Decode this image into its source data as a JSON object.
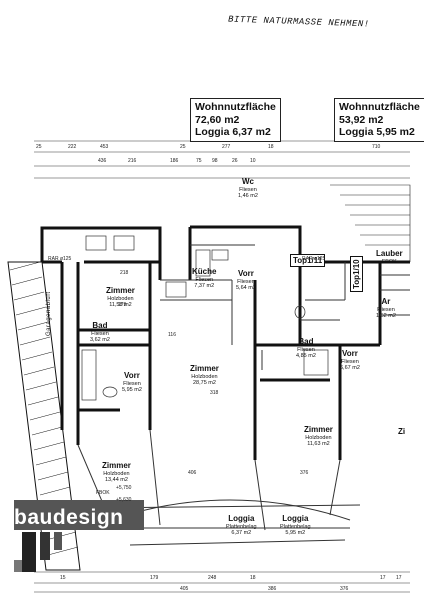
{
  "note": "BITTE NATURMASSE NEHMEN!",
  "areas": [
    {
      "title": "Wohnnutzfläche",
      "area": "72,60 m2",
      "loggia": "Loggia 6,37 m2"
    },
    {
      "title": "Wohnnutzfläche",
      "area": "53,92 m2",
      "loggia": "Loggia 5,95 m2"
    }
  ],
  "rooms": {
    "wc": {
      "name": "Wc",
      "floor": "Fliesen",
      "area": "1,46 m2"
    },
    "kueche": {
      "name": "Küche",
      "floor": "Fliesen",
      "area": "7,37 m2"
    },
    "vorr_mid": {
      "name": "Vorr",
      "floor": "Fliesen",
      "area": "5,64 m2"
    },
    "zimmer_top_left": {
      "name": "Zimmer",
      "floor": "Holzboden",
      "area": "11,58 m2"
    },
    "bad_left": {
      "name": "Bad",
      "floor": "Fliesen",
      "area": "3,62 m2"
    },
    "vorr_left": {
      "name": "Vorr",
      "floor": "Fliesen",
      "area": "5,95 m2"
    },
    "zimmer_center": {
      "name": "Zimmer",
      "floor": "Holzboden",
      "area": "28,75 m2"
    },
    "zimmer_bottom_left": {
      "name": "Zimmer",
      "floor": "Holzboden",
      "area": "13,44 m2"
    },
    "loggia_left": {
      "name": "Loggia",
      "floor": "Plattenbelag",
      "area": "6,37 m2"
    },
    "loggia_right": {
      "name": "Loggia",
      "floor": "Plattenbelag",
      "area": "5,95 m2"
    },
    "bad_right": {
      "name": "Bad",
      "floor": "Fliesen",
      "area": "4,85 m2"
    },
    "vorr_right": {
      "name": "Vorr",
      "floor": "Fliesen",
      "area": "6,67 m2"
    },
    "zimmer_right": {
      "name": "Zimmer",
      "floor": "Holzboden",
      "area": "11,63 m2"
    },
    "ar": {
      "name": "Ar",
      "floor": "Fliesen",
      "area": "1,52 m2"
    },
    "lauben": {
      "name": "Lauber"
    },
    "zimmer_far_right": {
      "name": "Zi"
    }
  },
  "tops": [
    "Top1/11",
    "Top1/10"
  ],
  "labels": {
    "garagenabluft": "Garagenabluft",
    "rar_top": "RAR ø125",
    "rar_right": "RAR ø125",
    "fbok_lauben": "FBOK",
    "fbok_bottom": "FBOK",
    "fbok_bottom_value": "+5,750",
    "fbok_bottom_value2": "+5,630"
  },
  "dimensions_top": [
    "25",
    "222",
    "453",
    "25",
    "277",
    "18",
    "710",
    "436",
    "216",
    "186",
    "75",
    "98",
    "26",
    "10"
  ],
  "dimensions_bottom": [
    "179",
    "248",
    "386",
    "18",
    "405",
    "376",
    "17",
    "15",
    "17"
  ],
  "dimensions_inner": [
    "218",
    "179",
    "116",
    "406",
    "376",
    "318"
  ],
  "logo": "baudesign"
}
